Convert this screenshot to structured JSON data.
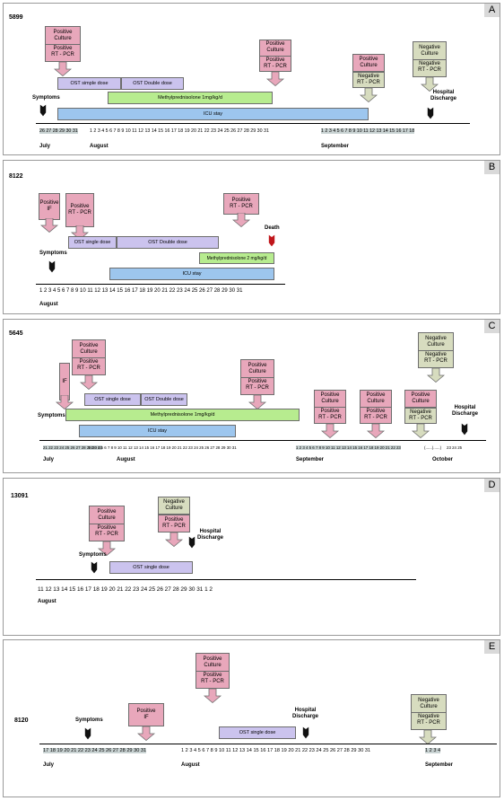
{
  "colors": {
    "positive": "#e8a7bb",
    "negative": "#d7dcbf",
    "ost": "#cbc3ee",
    "methyl": "#b7ec8f",
    "icu": "#9dc6ee",
    "death": "#c0161b"
  },
  "labels": {
    "symptoms": "Symptoms",
    "hospital_discharge_1": "Hospital",
    "hospital_discharge_2": "Discharge",
    "death": "Death",
    "positive": "Positive",
    "negative": "Negative",
    "culture": "Culture",
    "rt_pcr": "RT - PCR",
    "if": "IF",
    "icu_stay": "ICU stay"
  },
  "panels": {
    "A": {
      "letter": "A",
      "patient_id": "5899",
      "ost_simple": "OST simple dose",
      "ost_double": "OST Double dose",
      "methyl": "Methylprednisolone   1mg/kg/d",
      "days_july": "26 27 28 29 30 31",
      "days_aug": "1  2  3  4  5  6  7  8  9 10 11 12 13 14 15 16 17 18 19 20 21 22 23 24 25 26 27 28 29 30 31",
      "days_sep": "1  2  3  4  5  6  7  8  9 10 11 12 13 14 15 16 17 18",
      "month_1": "July",
      "month_2": "August",
      "month_3": "September"
    },
    "B": {
      "letter": "B",
      "patient_id": "8122",
      "ost_single": "OST single dose",
      "ost_double": "OST Double dose",
      "methyl": "Methylprednisolone 2 mg/kg/d",
      "days": "1  2  3  4  5  6  7  8  9 10 11 12 13 14 15 16 17 18 19 20 21 22 23 24 25 26 27 28 29 30 31",
      "month_1": "August"
    },
    "C": {
      "letter": "C",
      "patient_id": "5645",
      "ost_single": "OST single dose",
      "ost_double": "OST Double  dose",
      "methyl": "Methylprednisolone 1mg/kg/d",
      "days_july": "21 22 23 24 25 26 27 28 29 30 31",
      "days_aug": "1 2 3 4 5 6 7 8 9 10 11 12 13 14 15 16 17 18 19 20 21 22 23 24 25 26 27 28 29 30 31",
      "days_sep": "1 2 3 4 5 6 7 8 9 10 11 12 13 14 15 16 17 18 19 20 21 22 23",
      "days_gap": "(......)......)",
      "days_oct": "23 24 25",
      "month_1": "July",
      "month_2": "August",
      "month_3": "September",
      "month_4": "October"
    },
    "D": {
      "letter": "D",
      "patient_id": "13091",
      "ost_single": "OST single dose",
      "days": "11 12 13 14 15 16 17 18 19 20 21 22 23 24 25 26 27 28 29 30 31  1  2",
      "month_1": "August"
    },
    "E": {
      "letter": "E",
      "patient_id": "8120",
      "ost_single": "OST single dose",
      "days_july": "17 18 19 20 21 22 23 24 25 26 27 28 29 30 31",
      "days_aug": "1  2  3  4  5  6  7  8  9 10 11 12 13 14 15 16 17 18 19 20 21 22 23 24 25 26 27 28 29 30 31",
      "days_sep": "1  2  3  4",
      "month_1": "July",
      "month_2": "August",
      "month_3": "September"
    }
  }
}
